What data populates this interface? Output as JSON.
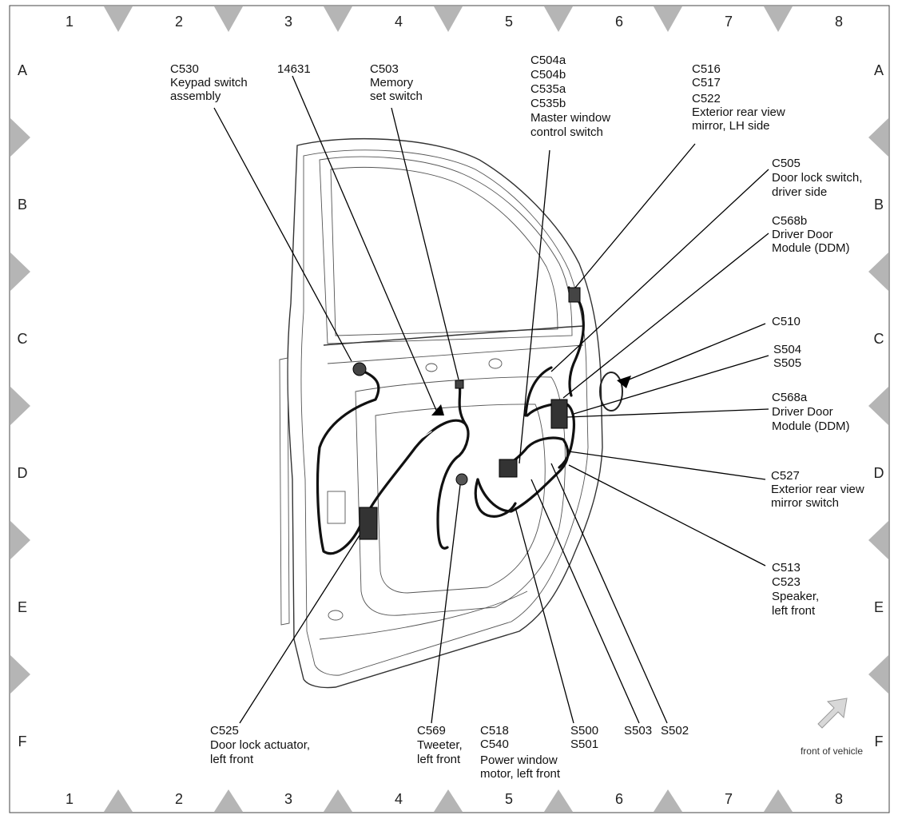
{
  "grid": {
    "columns": [
      "1",
      "2",
      "3",
      "4",
      "5",
      "6",
      "7",
      "8"
    ],
    "rows": [
      "A",
      "B",
      "C",
      "D",
      "E",
      "F"
    ]
  },
  "callouts": [
    {
      "id": "c530",
      "lines": [
        "C530",
        "Keypad switch",
        "assembly"
      ]
    },
    {
      "id": "c14631",
      "lines": [
        "14631"
      ]
    },
    {
      "id": "c503",
      "lines": [
        "C503",
        "Memory",
        "set switch"
      ]
    },
    {
      "id": "c504",
      "lines": [
        "C504a",
        "C504b",
        "C535a",
        "C535b",
        "Master window",
        "control switch"
      ]
    },
    {
      "id": "c516",
      "lines": [
        "C516",
        "C517",
        "C522",
        "Exterior rear view",
        "mirror, LH side"
      ]
    },
    {
      "id": "c505",
      "lines": [
        "C505",
        "Door lock switch,",
        "driver side"
      ]
    },
    {
      "id": "c568b",
      "lines": [
        "C568b",
        "Driver Door",
        "Module (DDM)"
      ]
    },
    {
      "id": "c510",
      "lines": [
        "C510"
      ]
    },
    {
      "id": "s504",
      "lines": [
        "S504",
        "S505"
      ]
    },
    {
      "id": "c568a",
      "lines": [
        "C568a",
        "Driver Door",
        "Module (DDM)"
      ]
    },
    {
      "id": "c527",
      "lines": [
        "C527",
        "Exterior rear view",
        "mirror switch"
      ]
    },
    {
      "id": "c513",
      "lines": [
        "C513",
        "C523",
        "Speaker,",
        "left front"
      ]
    },
    {
      "id": "c525",
      "lines": [
        "C525",
        "Door lock actuator,",
        "left front"
      ]
    },
    {
      "id": "c569",
      "lines": [
        "C569",
        "Tweeter,",
        "left front"
      ]
    },
    {
      "id": "c518",
      "lines": [
        "C518",
        "C540",
        "Power window",
        "motor, left front"
      ]
    },
    {
      "id": "s500",
      "lines": [
        "S500",
        "S501"
      ]
    },
    {
      "id": "s503",
      "lines": [
        "S503"
      ]
    },
    {
      "id": "s502",
      "lines": [
        "S502"
      ]
    }
  ],
  "front_of_vehicle": "front of vehicle",
  "colors": {
    "border_triangle": "#b5b5b5",
    "line": "#000000"
  }
}
